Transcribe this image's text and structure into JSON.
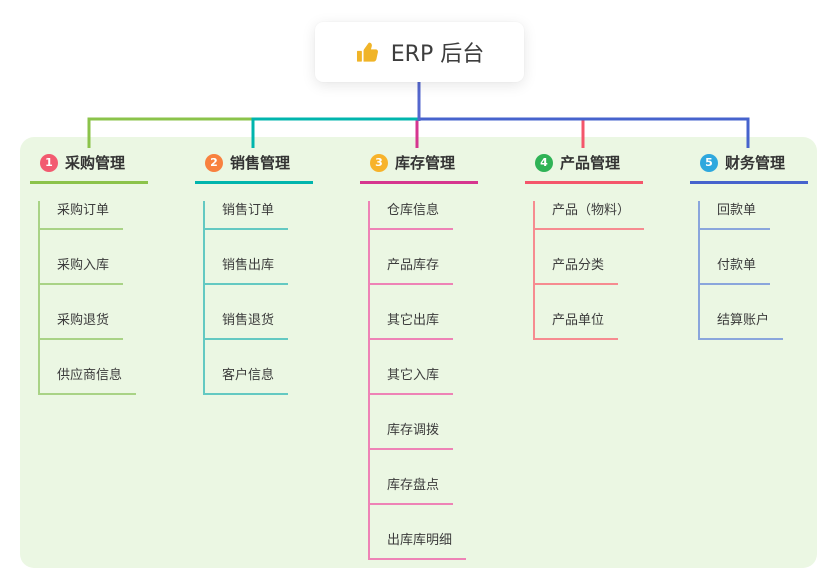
{
  "root": {
    "label": "ERP 后台",
    "icon": "thumbs-up-icon"
  },
  "branches": [
    {
      "number": "1",
      "title": "采购管理",
      "color": "#8bc34a",
      "light_color": "#a9d386",
      "badge_color": "#f25b70",
      "items": [
        "采购订单",
        "采购入库",
        "采购退货",
        "供应商信息"
      ]
    },
    {
      "number": "2",
      "title": "销售管理",
      "color": "#00b5ad",
      "light_color": "#63c9c2",
      "badge_color": "#f8813f",
      "items": [
        "销售订单",
        "销售出库",
        "销售退货",
        "客户信息"
      ]
    },
    {
      "number": "3",
      "title": "库存管理",
      "color": "#d6368f",
      "light_color": "#ee83b6",
      "badge_color": "#f7b32b",
      "items": [
        "仓库信息",
        "产品库存",
        "其它出库",
        "其它入库",
        "库存调拨",
        "库存盘点",
        "出库库明细"
      ]
    },
    {
      "number": "4",
      "title": "产品管理",
      "color": "#f4566b",
      "light_color": "#f68b90",
      "badge_color": "#2fb356",
      "items": [
        "产品（物料）",
        "产品分类",
        "产品单位"
      ]
    },
    {
      "number": "5",
      "title": "财务管理",
      "color": "#4663cd",
      "light_color": "#8aa6dc",
      "badge_color": "#2ea8de",
      "items": [
        "回款单",
        "付款单",
        "结算账户"
      ]
    }
  ],
  "colors": {
    "panel_bg": "#ebf7e3",
    "root_line": "#5467ce",
    "root_icon": "#f0b428",
    "title_text": "#333333",
    "item_text": "#3c3c3c"
  }
}
